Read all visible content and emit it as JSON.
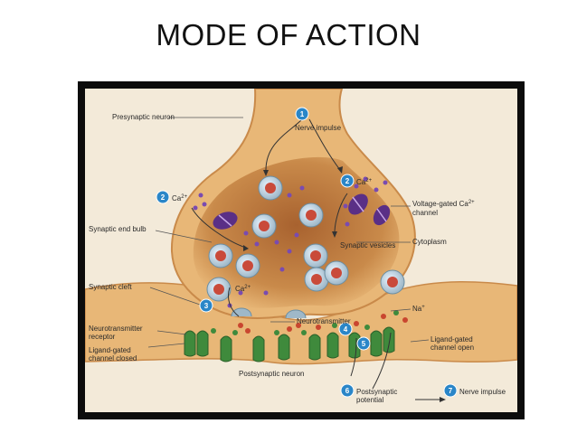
{
  "slide": {
    "title": "MODE OF ACTION"
  },
  "diagram": {
    "labels": {
      "presynaptic_neuron": "Presynaptic neuron",
      "nerve_impulse_top": "Nerve impulse",
      "ca_left": "Ca",
      "ca_right": "Ca",
      "ca_cleft": "Ca",
      "ca_superscript": "2+",
      "voltage_gated_line1": "Voltage-gated Ca",
      "voltage_gated_line2": "channel",
      "synaptic_end_bulb": "Synaptic end bulb",
      "cytoplasm": "Cytoplasm",
      "synaptic_vesicles": "Synaptic vesicles",
      "synaptic_cleft": "Synaptic cleft",
      "neurotransmitter": "Neurotransmitter",
      "na": "Na",
      "na_superscript": "+",
      "receptor_line1": "Neurotransmitter",
      "receptor_line2": "receptor",
      "ligand_closed_line1": "Ligand-gated",
      "ligand_closed_line2": "channel closed",
      "ligand_open_line1": "Ligand-gated",
      "ligand_open_line2": "channel open",
      "postsynaptic_neuron": "Postsynaptic neuron",
      "postsynaptic_potential_line1": "Postsynaptic",
      "postsynaptic_potential_line2": "potential",
      "nerve_impulse_bottom": "Nerve impulse"
    },
    "steps": [
      "1",
      "2",
      "2",
      "3",
      "4",
      "5",
      "6",
      "7"
    ],
    "colors": {
      "frame": "#0c0c0c",
      "background": "#f3ead9",
      "neuron": "#e8b777",
      "neuron_inner": "#c98a4a",
      "step_badge": "#2a86c8",
      "channel": "#5a2f86",
      "vesicle": "#c94a3a",
      "postsynaptic_channel": "#3f8a3c"
    }
  }
}
